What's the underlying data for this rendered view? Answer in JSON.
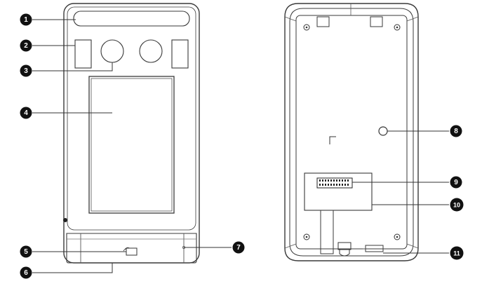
{
  "diagram": {
    "front_callouts": [
      {
        "id": "c1",
        "label": "1"
      },
      {
        "id": "c2",
        "label": "2"
      },
      {
        "id": "c3",
        "label": "3"
      },
      {
        "id": "c4",
        "label": "4"
      },
      {
        "id": "c5",
        "label": "5"
      },
      {
        "id": "c6",
        "label": "6"
      },
      {
        "id": "c7",
        "label": "7"
      }
    ],
    "back_callouts": [
      {
        "id": "c8",
        "label": "8"
      },
      {
        "id": "c9",
        "label": "9"
      },
      {
        "id": "c10",
        "label": "10"
      },
      {
        "id": "c11",
        "label": "11"
      }
    ]
  }
}
